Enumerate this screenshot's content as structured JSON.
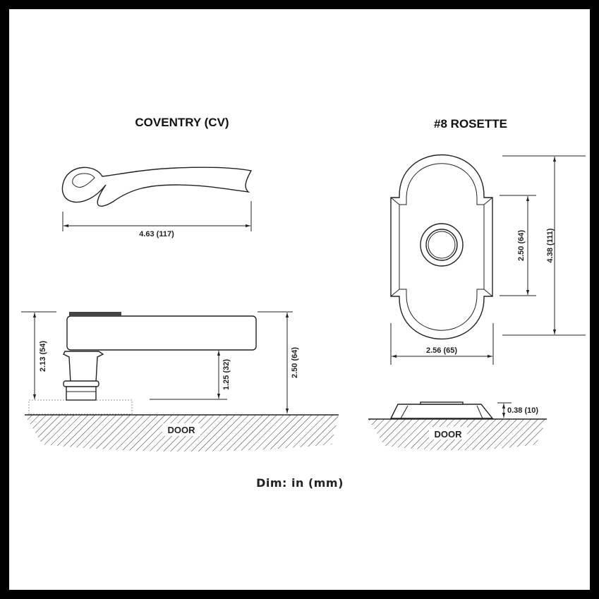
{
  "lever": {
    "title": "COVENTRY (CV)",
    "length_dim": "4.63 (117)",
    "height_dim": "2.13 (54)",
    "clearance_dim": "1.25 (32)",
    "projection_dim": "2.50 (64)",
    "door_label": "DOOR"
  },
  "rosette": {
    "title": "#8 ROSETTE",
    "height_dim": "4.38 (111)",
    "inner_height_dim": "2.50 (64)",
    "width_dim": "2.56 (65)",
    "projection_dim": "0.38 (10)",
    "door_label": "DOOR"
  },
  "footer": {
    "units": "Dim: in (mm)"
  }
}
